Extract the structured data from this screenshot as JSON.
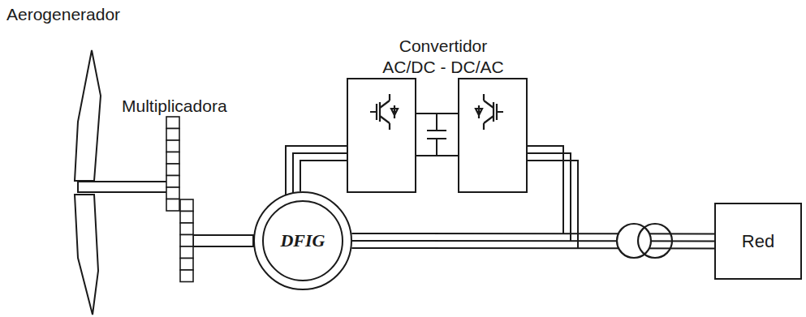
{
  "diagram": {
    "nodes": [
      {
        "text": [
          "DFIG"
        ]
      },
      {
        "text": [
          "Red"
        ]
      }
    ],
    "edges": [
      {
        "from": 0,
        "to": 1,
        "arrow": "none"
      }
    ],
    "labels": [
      "Aerogenerador",
      "Multiplicadora",
      "Convertidor AC/DC - DC/AC"
    ]
  }
}
